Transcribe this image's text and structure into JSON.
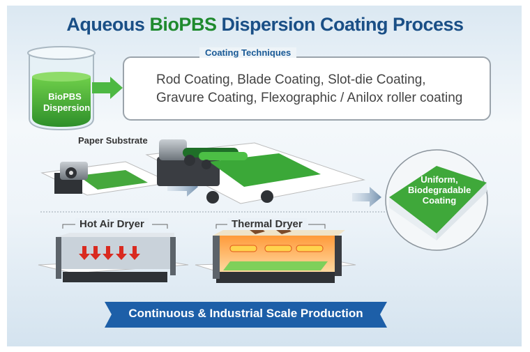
{
  "title": {
    "prefix": "Aqueous ",
    "highlight": "BioPBS",
    "suffix": " Dispersion Coating Process"
  },
  "beaker": {
    "line1": "BioPBS",
    "line2": "Dispersion"
  },
  "coating_box": {
    "label": "Coating Techniques",
    "line1": "Rod Coating, Blade Coating, Slot-die Coating,",
    "line2": "Gravure Coating, Flexographic / Anilox roller coating"
  },
  "paper_substrate_label": "Paper Substrate",
  "result": {
    "line1": "Uniform,",
    "line2": "Biodegradable",
    "line3": "Coating"
  },
  "dryers": [
    {
      "label": "Hot Air Dryer"
    },
    {
      "label": "Thermal Dryer"
    }
  ],
  "banner": "Continuous & Industrial Scale Production",
  "colors": {
    "title_blue": "#1a4f86",
    "bio_green": "#1f8a2e",
    "banner_blue": "#1d5fa8",
    "coating_green": "#3fa83a"
  }
}
